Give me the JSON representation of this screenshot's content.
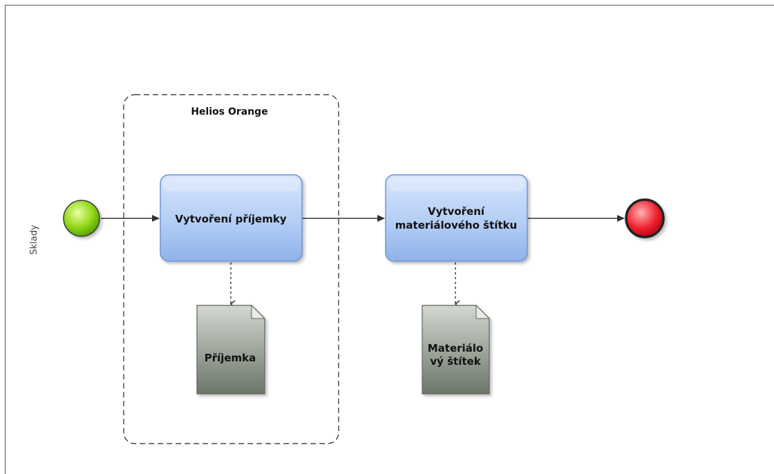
{
  "lane": {
    "label": "Sklady"
  },
  "group": {
    "label": "Helios Orange"
  },
  "events": {
    "start_color": "#7fd400",
    "end_color": "#e8001c"
  },
  "tasks": [
    {
      "label_lines": [
        "Vytvoření příjemky"
      ]
    },
    {
      "label_lines": [
        "Vytvoření",
        "materiálového štítku"
      ]
    }
  ],
  "documents": [
    {
      "label_lines": [
        "Příjemka"
      ]
    },
    {
      "label_lines": [
        "Materiálo",
        "vý štítek"
      ]
    }
  ],
  "colors": {
    "task_fill_top": "#cfe0fb",
    "task_fill_bottom": "#8fb4ec",
    "task_stroke": "#6d94d4",
    "doc_fill_top": "#c9cec6",
    "doc_fill_bottom": "#6f7a6c",
    "line": "#333333"
  }
}
